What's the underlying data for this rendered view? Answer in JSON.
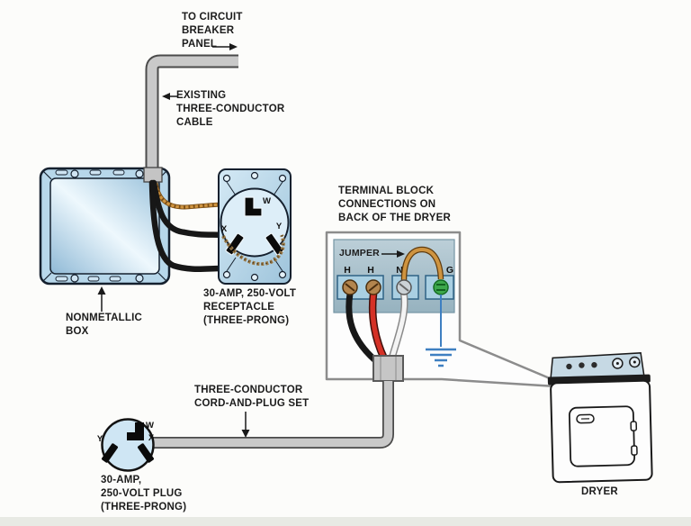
{
  "annotations": {
    "circuit_panel": [
      "TO CIRCUIT",
      "BREAKER",
      "PANEL"
    ],
    "existing_cable": [
      "EXISTING",
      "THREE-CONDUCTOR",
      "CABLE"
    ],
    "nonmetallic_box": [
      "NONMETALLIC",
      "BOX"
    ],
    "receptacle": [
      "30-AMP, 250-VOLT",
      "RECEPTACLE",
      "(THREE-PRONG)"
    ],
    "terminal_block": [
      "TERMINAL BLOCK",
      "CONNECTIONS ON",
      "BACK OF THE DRYER"
    ],
    "jumper": "JUMPER",
    "cord_set": [
      "THREE-CONDUCTOR",
      "CORD-AND-PLUG SET"
    ],
    "plug": [
      "30-AMP,",
      "250-VOLT PLUG",
      "(THREE-PRONG)"
    ],
    "dryer": "DRYER"
  },
  "terminals": [
    "H",
    "H",
    "N",
    "G"
  ],
  "receptacle_slots": {
    "w": "W",
    "x": "X",
    "y": "Y"
  },
  "plug_prongs": {
    "w": "W",
    "y": "Y",
    "x": "X"
  },
  "colors": {
    "box_blue": "#b7d7ea",
    "cable_gray": "#c9c9c9",
    "wire_black": "#171717",
    "wire_red": "#d53126",
    "wire_white": "#f4f4f4",
    "wire_copper": "#cf9440",
    "ground_blue": "#3e7fc1",
    "terminal_green": "#3da84c",
    "terminal_brass": "#b3854e",
    "terminal_silver": "#ccd2d6"
  }
}
